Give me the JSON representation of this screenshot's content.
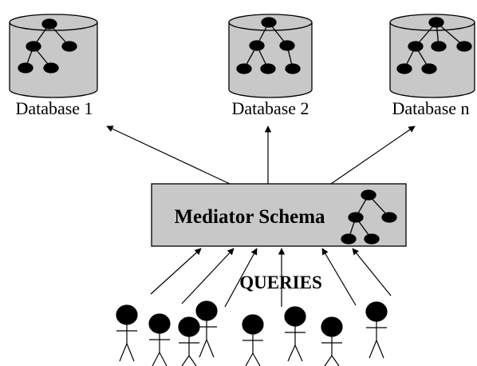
{
  "diagram": {
    "databases": [
      {
        "label": "Database 1",
        "tree": "small"
      },
      {
        "label": "Database 2",
        "tree": "medium"
      },
      {
        "label": "Database n",
        "tree": "wide"
      }
    ],
    "mediator": {
      "title": "Mediator Schema"
    },
    "queries": {
      "label": "QUERIES",
      "user_count": 8
    }
  },
  "colors": {
    "fill_gray": "#c8c8c8",
    "node_black": "#000000",
    "line_black": "#000000"
  },
  "icons": [
    "database-cylinder-icon",
    "tree-schema-icon",
    "person-stick-figure-icon",
    "arrow-icon"
  ]
}
